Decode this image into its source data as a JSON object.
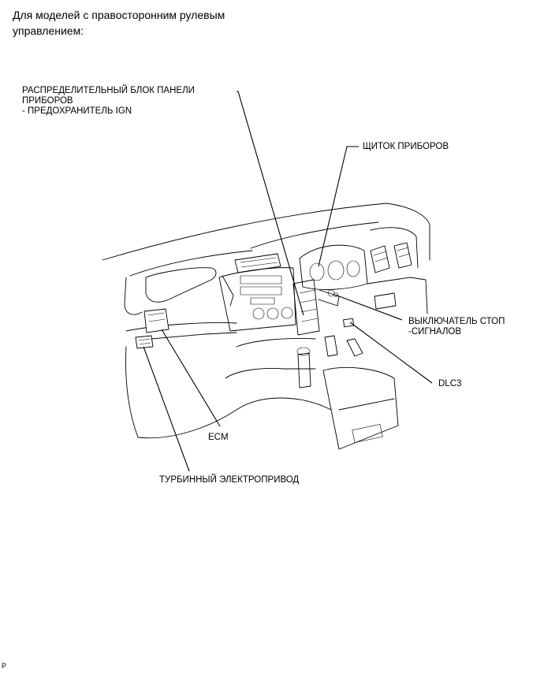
{
  "heading": {
    "line1": "Для моделей с правосторонним рулевым",
    "line2": "управлением:"
  },
  "labels": {
    "junction_block": {
      "line1": "РАСПРЕДЕЛИТЕЛЬНЫЙ БЛОК ПАНЕЛИ",
      "line2": "ПРИБОРОВ",
      "line3": "- ПРЕДОХРАНИТЕЛЬ IGN"
    },
    "combination_meter": "ЩИТОК ПРИБОРОВ",
    "stop_light_switch": {
      "line1": "ВЫКЛЮЧАТЕЛЬ СТОП",
      "line2": "-СИГНАЛОВ"
    },
    "dlc3": "DLC3",
    "ecm": "ECM",
    "turbo_motor": "ТУРБИННЫЙ ЭЛЕКТРОПРИВОД"
  },
  "corner_mark": "P"
}
